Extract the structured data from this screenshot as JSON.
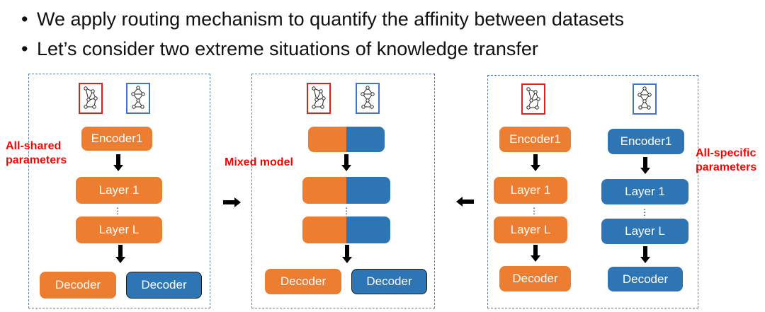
{
  "bullets": [
    "We apply routing mechanism to quantify the affinity between datasets",
    "Let’s consider two extreme situations of knowledge transfer"
  ],
  "panel_left": {
    "label": "All-shared parameters",
    "encoder": "Encoder1",
    "layer_first": "Layer 1",
    "layer_last": "Layer L",
    "ellipsis": "⋮",
    "decoders": [
      "Decoder",
      "Decoder"
    ]
  },
  "panel_middle": {
    "label": "Mixed model",
    "ellipsis": "⋮",
    "decoders": [
      "Decoder",
      "Decoder"
    ]
  },
  "panel_right": {
    "label": "All-specific parameters",
    "orange_column": {
      "encoder": "Encoder1",
      "layer_first": "Layer 1",
      "layer_last": "Layer L",
      "decoder": "Decoder"
    },
    "blue_column": {
      "encoder": "Encoder1",
      "layer_first": "Layer 1",
      "layer_last": "Layer L",
      "decoder": "Decoder"
    },
    "ellipsis": "⋮"
  },
  "colors": {
    "orange": "#ed7d31",
    "blue": "#2e75b6",
    "red_text": "#ff0000",
    "panel_border": "#5a7ea6"
  },
  "icons": [
    "graph-icon",
    "arrow-down-icon",
    "arrow-right-icon",
    "arrow-left-icon"
  ]
}
